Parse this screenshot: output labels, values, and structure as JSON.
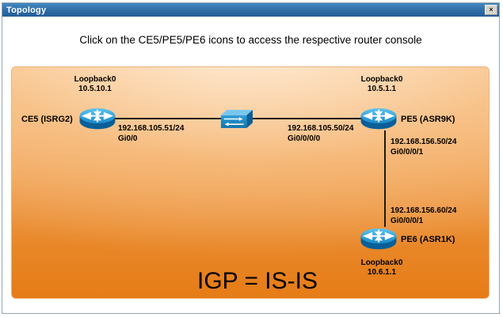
{
  "window": {
    "title": "Topology",
    "close_glyph": "×"
  },
  "instruction": "Click on the CE5/PE5/PE6 icons to access the respective router console",
  "topology": {
    "nodes": {
      "ce5": {
        "name": "CE5 (ISRG2)",
        "loopback_label": "Loopback0",
        "loopback_ip": "10.5.10.1"
      },
      "pe5": {
        "name": "PE5 (ASR9K)",
        "loopback_label": "Loopback0",
        "loopback_ip": "10.5.1.1"
      },
      "pe6": {
        "name": "PE6 (ASR1K)",
        "loopback_label": "Loopback0",
        "loopback_ip": "10.6.1.1"
      }
    },
    "links": {
      "ce5_to_switch": {
        "ip": "192.168.105.51/24",
        "port": "Gi0/0"
      },
      "switch_to_pe5": {
        "ip": "192.168.105.50/24",
        "port": "Gi0/0/0/0"
      },
      "pe5_to_pe6": {
        "ip": "192.168.156.50/24",
        "port": "Gi0/0/0/1"
      },
      "pe6_to_pe5": {
        "ip": "192.168.156.60/24",
        "port": "Gi0/0/0/1"
      }
    },
    "annotation": "IGP = IS-IS"
  },
  "colors": {
    "titlebar_blue": "#2e6da6",
    "panel_top": "#f7cfa2",
    "panel_bottom": "#e67c16",
    "device_blue": "#1787c6",
    "link": "#1a1a1a"
  }
}
